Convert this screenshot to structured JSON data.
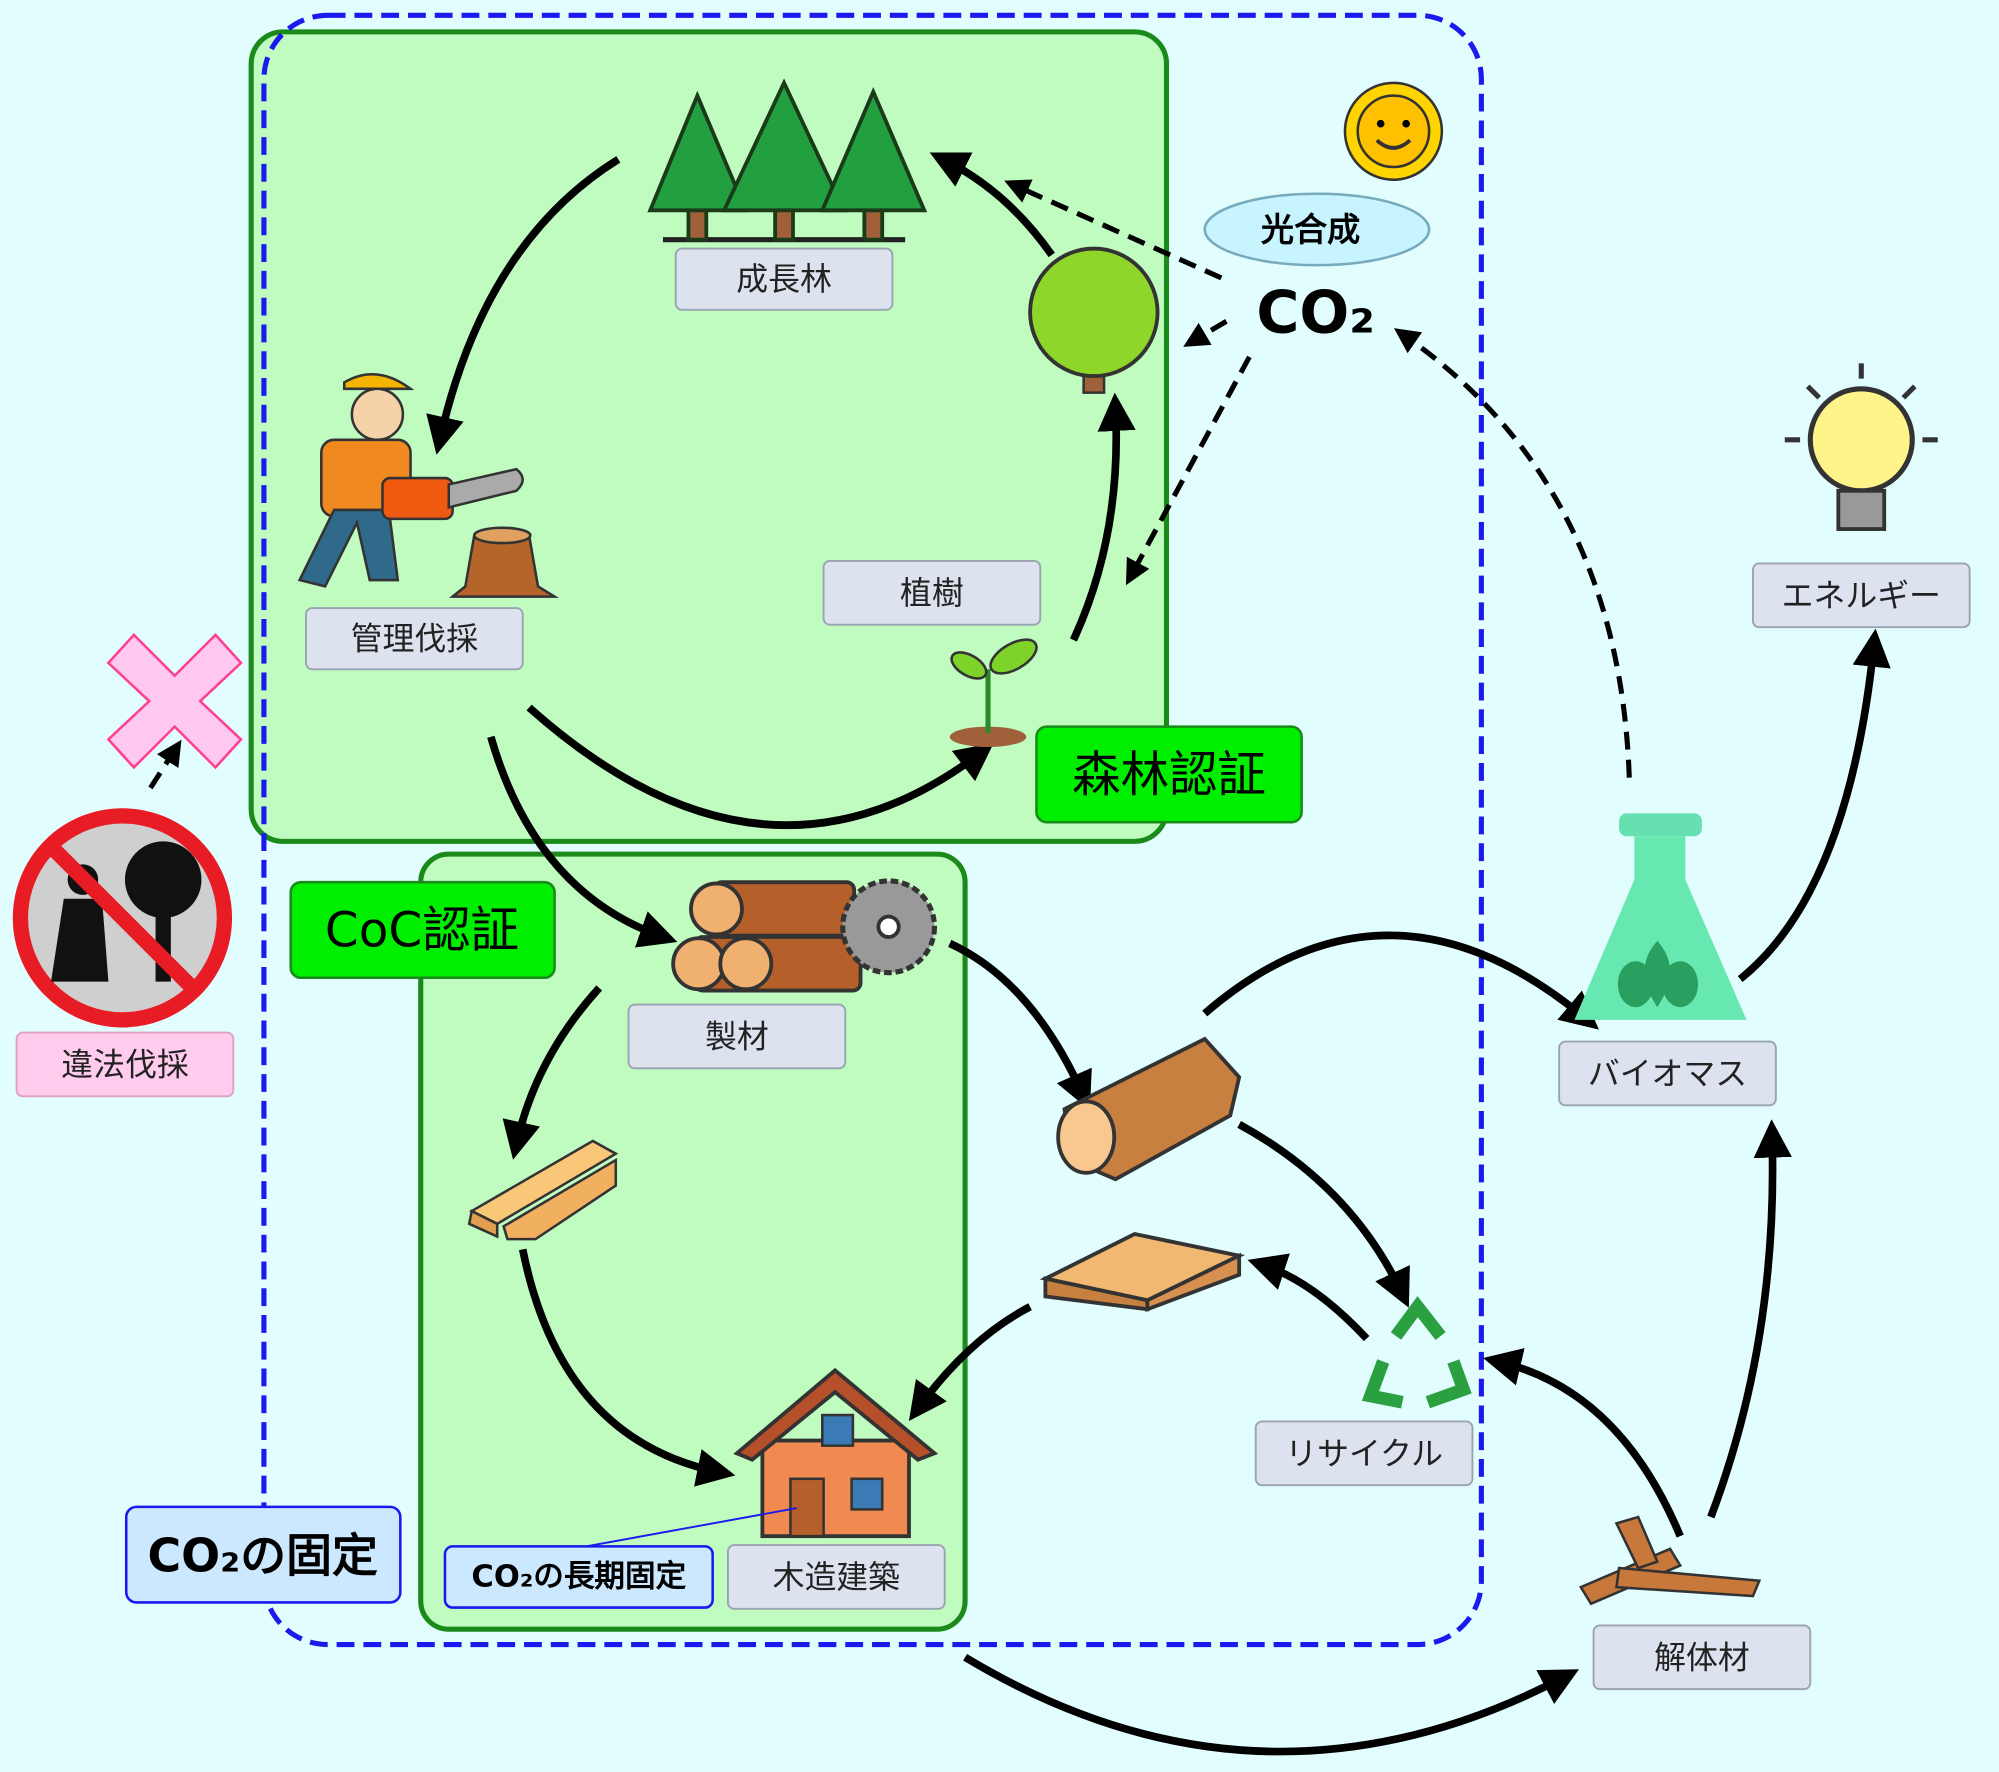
{
  "labels": {
    "growing_forest": "成長林",
    "managed_logging": "管理伐採",
    "planting": "植樹",
    "sawmill": "製材",
    "wooden_building": "木造建築",
    "recycle": "リサイクル",
    "biomass": "バイオマス",
    "energy": "エネルギー",
    "demolition_wood": "解体材",
    "illegal_logging": "違法伐採",
    "photosynthesis": "光合成",
    "co2": "CO₂",
    "forest_certification": "森林認証",
    "coc_certification": "CoC認証",
    "co2_fixation": "CO₂の固定",
    "co2_long_term_fixation": "CO₂の長期固定"
  },
  "colors": {
    "background": "#e2fdfd",
    "forest_area": "#c0fcc0",
    "area_border": "#1a8a1a",
    "certification_badge": "#00ee00",
    "fixation_boundary": "#1a1aee",
    "illegal": "#ffccee"
  }
}
